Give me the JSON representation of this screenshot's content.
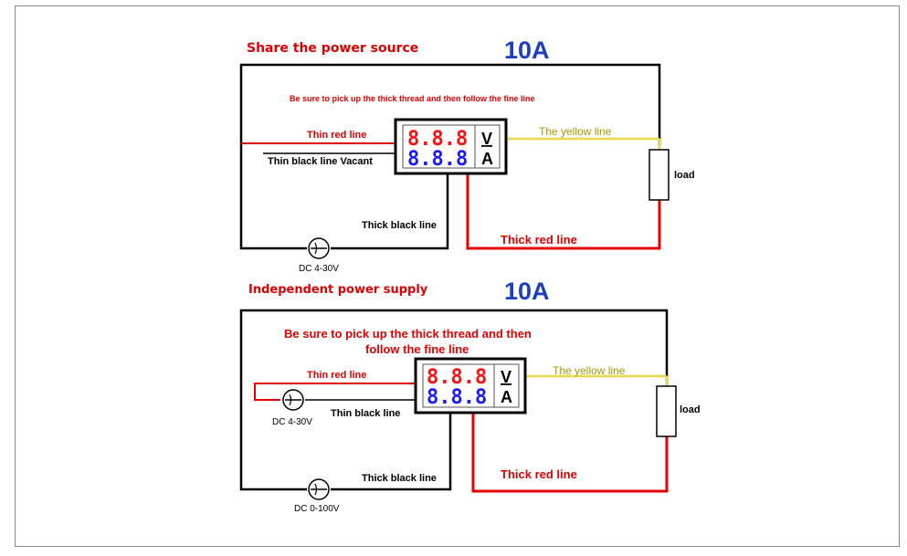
{
  "colors": {
    "red": "#e00000",
    "thick_red": "#e60000",
    "black": "#000000",
    "yellow": "#e8d84a",
    "yellow_text": "#a39a00",
    "blue_title": "#1f3fbf",
    "meter_red": "#ff1010",
    "meter_blue": "#1a1aff",
    "frame": "#8a8a8a"
  },
  "diagram1": {
    "heading": "Share the power source",
    "current_rating": "10A",
    "note": "Be sure to pick up the thick thread and then follow the fine line",
    "thin_red_label": "Thin red line",
    "thin_black_label": "Thin black line Vacant",
    "thick_black_label": "Thick black line",
    "thick_red_label": "Thick red line",
    "yellow_label": "The yellow line",
    "load_label": "load",
    "source_label": "DC 4-30V",
    "meter": {
      "reading_v": "8.8.8",
      "reading_a": "8.8.8",
      "unit_v": "V",
      "unit_a": "A"
    }
  },
  "diagram2": {
    "heading": "Independent power supply",
    "current_rating": "10A",
    "note_line1": "Be sure to pick up the thick thread and then",
    "note_line2": "follow the fine line",
    "thin_red_label": "Thin red line",
    "thin_black_label": "Thin black line",
    "thick_black_label": "Thick black line",
    "thick_red_label": "Thick red line",
    "yellow_label": "The yellow line",
    "load_label": "load",
    "aux_source_label": "DC 4-30V",
    "main_source_label": "DC 0-100V",
    "meter": {
      "reading_v": "8.8.8",
      "reading_a": "8.8.8",
      "unit_v": "V",
      "unit_a": "A"
    }
  }
}
